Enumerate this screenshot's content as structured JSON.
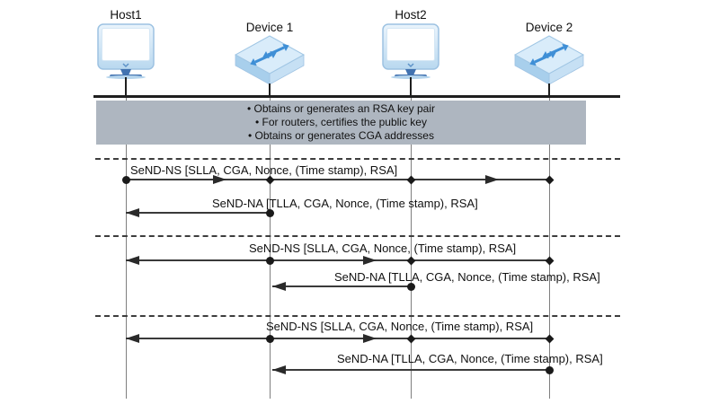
{
  "diagram": {
    "type": "sequence-diagram",
    "topic": "SeND (Secure Neighbor Discovery) message exchange",
    "nodes": [
      {
        "id": "host1",
        "label": "Host1",
        "type": "host"
      },
      {
        "id": "device1",
        "label": "Device 1",
        "type": "switch"
      },
      {
        "id": "host2",
        "label": "Host2",
        "type": "host"
      },
      {
        "id": "device2",
        "label": "Device 2",
        "type": "switch"
      }
    ],
    "init_box": {
      "bullets": [
        "• Obtains or generates an RSA key pair",
        "• For routers, certifies the public key",
        "• Obtains or generates CGA addresses"
      ]
    },
    "sections": [
      {
        "ns": {
          "label": "SeND-NS [SLLA, CGA, Nonce, (Time stamp), RSA]",
          "from": "Host1",
          "to": "Device 1, Host2, Device 2"
        },
        "na": {
          "label": "SeND-NA [TLLA, CGA, Nonce, (Time stamp), RSA]",
          "from": "Device 1",
          "to": "Host1"
        }
      },
      {
        "ns": {
          "label": "SeND-NS [SLLA, CGA, Nonce, (Time stamp), RSA]",
          "from": "Device 1",
          "to": "Host1, Host2, Device 2"
        },
        "na": {
          "label": "SeND-NA [TLLA, CGA, Nonce, (Time stamp), RSA]",
          "from": "Host2",
          "to": "Device 1"
        }
      },
      {
        "ns": {
          "label": "SeND-NS [SLLA, CGA, Nonce, (Time stamp), RSA]",
          "from": "Device 1",
          "to": "Host1, Host2, Device 2"
        },
        "na": {
          "label": "SeND-NA [TLLA, CGA, Nonce, (Time stamp), RSA]",
          "from": "Device 2",
          "to": "Device 1"
        }
      }
    ],
    "colors": {
      "init_box_bg": "#aeb6c0",
      "message_line": "#3a3a3a",
      "lifeline": "#7f7f7f",
      "icon_blue_dark": "#4272b0",
      "icon_blue_light": "#cde4f7",
      "icon_arrow_blue": "#3f8fd6"
    }
  }
}
